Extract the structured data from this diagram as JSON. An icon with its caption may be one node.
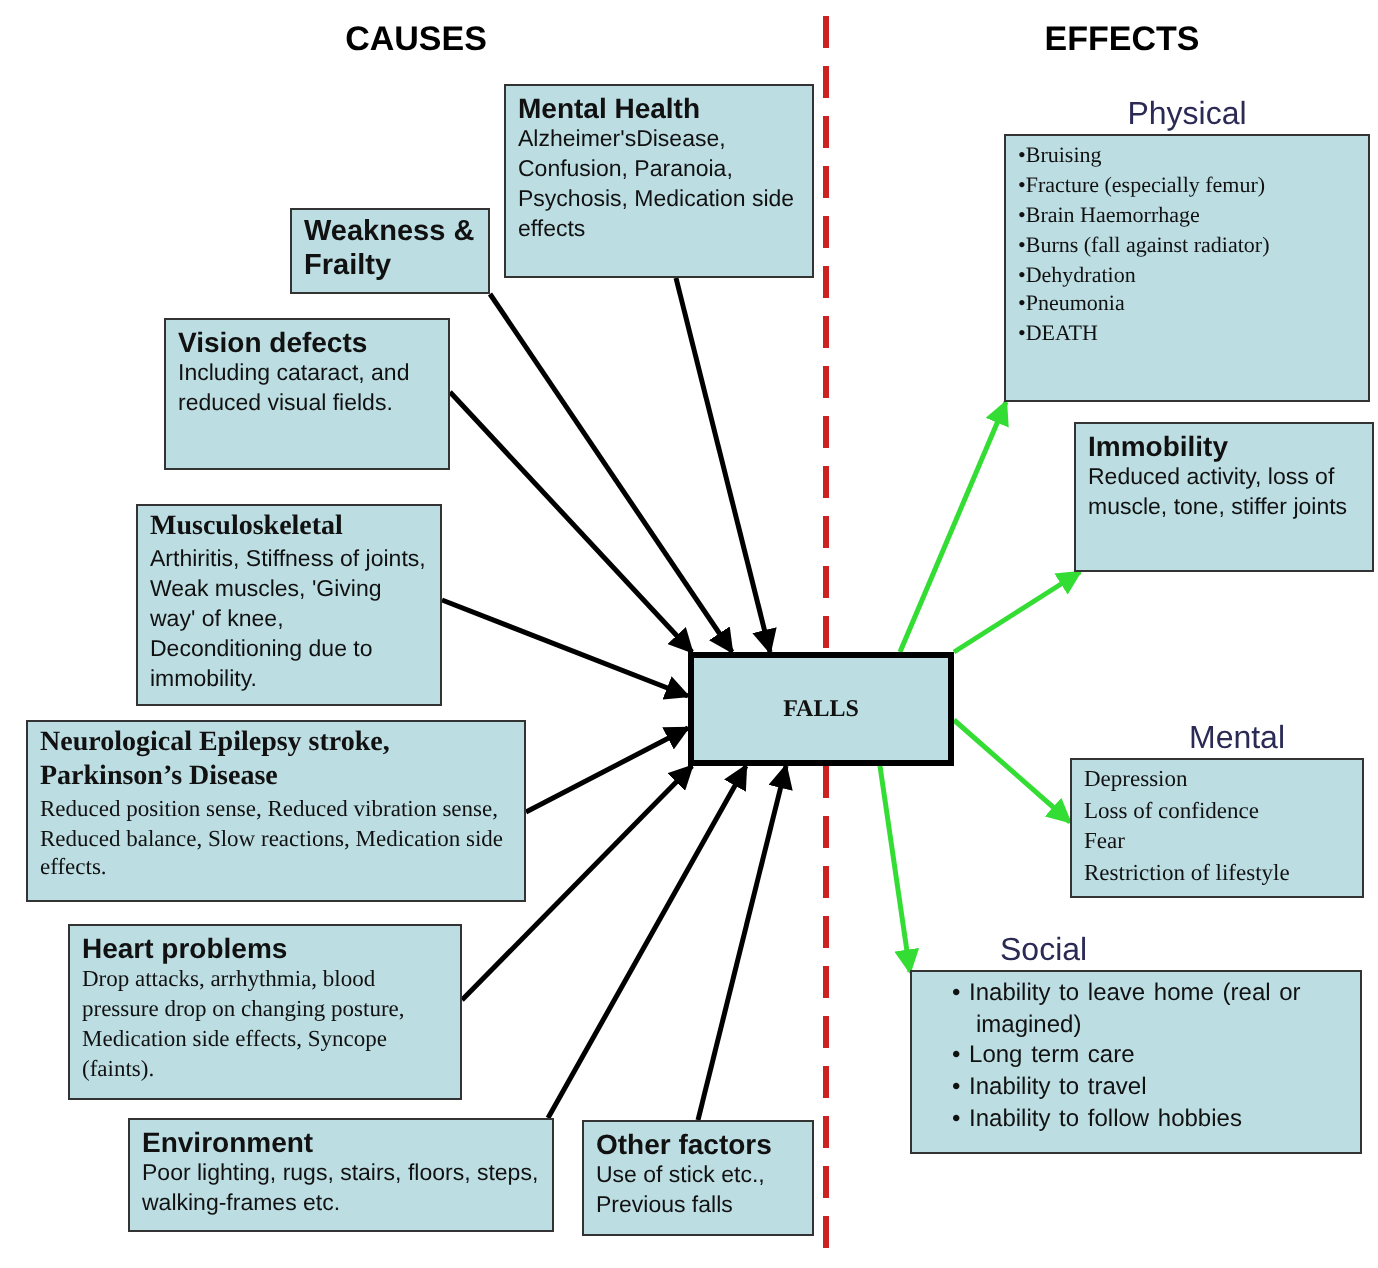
{
  "diagram": {
    "nodes": [
      {
        "text": [
          "Mental Health",
          "Alzheimer'sDisease, Confusion, Paranoia, Psychosis, Medication side effects"
        ]
      },
      {
        "text": [
          "Weakness & Frailty"
        ]
      },
      {
        "text": [
          "Vision defects",
          "Including cataract, and reduced visual fields."
        ]
      },
      {
        "text": [
          "Musculoskeletal",
          "Arthiritis, Stiffness of joints, Weak muscles, 'Giving way' of knee, Deconditioning due to immobility."
        ]
      },
      {
        "text": [
          "Neurological Epilepsy stroke, Parkinson’s Disease",
          "Reduced position sense, Reduced vibration sense, Reduced balance, Slow reactions, Medication side effects."
        ]
      },
      {
        "text": [
          "Heart problems",
          "Drop attacks, arrhythmia, blood pressure drop on changing posture, Medication side effects, Syncope (faints)."
        ]
      },
      {
        "text": [
          "Environment",
          "Poor lighting, rugs, stairs, floors, steps, walking-frames etc."
        ]
      },
      {
        "text": [
          "Other factors",
          "Use of stick etc., Previous falls"
        ]
      },
      {
        "text": [
          "FALLS"
        ]
      },
      {
        "text": [
          "Physical",
          "•Bruising",
          "•Fracture (especially femur)",
          "•Brain Haemorrhage",
          "•Burns (fall against radiator)",
          "•Dehydration",
          "•Pneumonia",
          "•DEATH"
        ]
      },
      {
        "text": [
          "Immobility",
          "Reduced activity, loss of muscle, tone, stiffer joints"
        ]
      },
      {
        "text": [
          "Mental",
          "Depression",
          "Loss of confidence",
          "Fear",
          "Restriction of lifestyle"
        ]
      },
      {
        "text": [
          "Social",
          "• Inability to leave home (real or imagined)",
          "• Long term care",
          "• Inability to travel",
          "• Inability to follow hobbies"
        ]
      }
    ],
    "edges": [
      {
        "from": 0,
        "to": 8,
        "arrow": "to"
      },
      {
        "from": 1,
        "to": 8,
        "arrow": "to"
      },
      {
        "from": 2,
        "to": 8,
        "arrow": "to"
      },
      {
        "from": 3,
        "to": 8,
        "arrow": "to"
      },
      {
        "from": 4,
        "to": 8,
        "arrow": "to"
      },
      {
        "from": 5,
        "to": 8,
        "arrow": "to"
      },
      {
        "from": 6,
        "to": 8,
        "arrow": "to"
      },
      {
        "from": 7,
        "to": 8,
        "arrow": "to"
      },
      {
        "from": 8,
        "to": 9,
        "arrow": "to",
        "color": "#33dd33"
      },
      {
        "from": 8,
        "to": 10,
        "arrow": "to",
        "color": "#33dd33"
      },
      {
        "from": 8,
        "to": 11,
        "arrow": "to",
        "color": "#33dd33"
      },
      {
        "from": 8,
        "to": 12,
        "arrow": "to",
        "color": "#33dd33"
      }
    ],
    "labels": [
      "CAUSES",
      "EFFECTS"
    ]
  }
}
